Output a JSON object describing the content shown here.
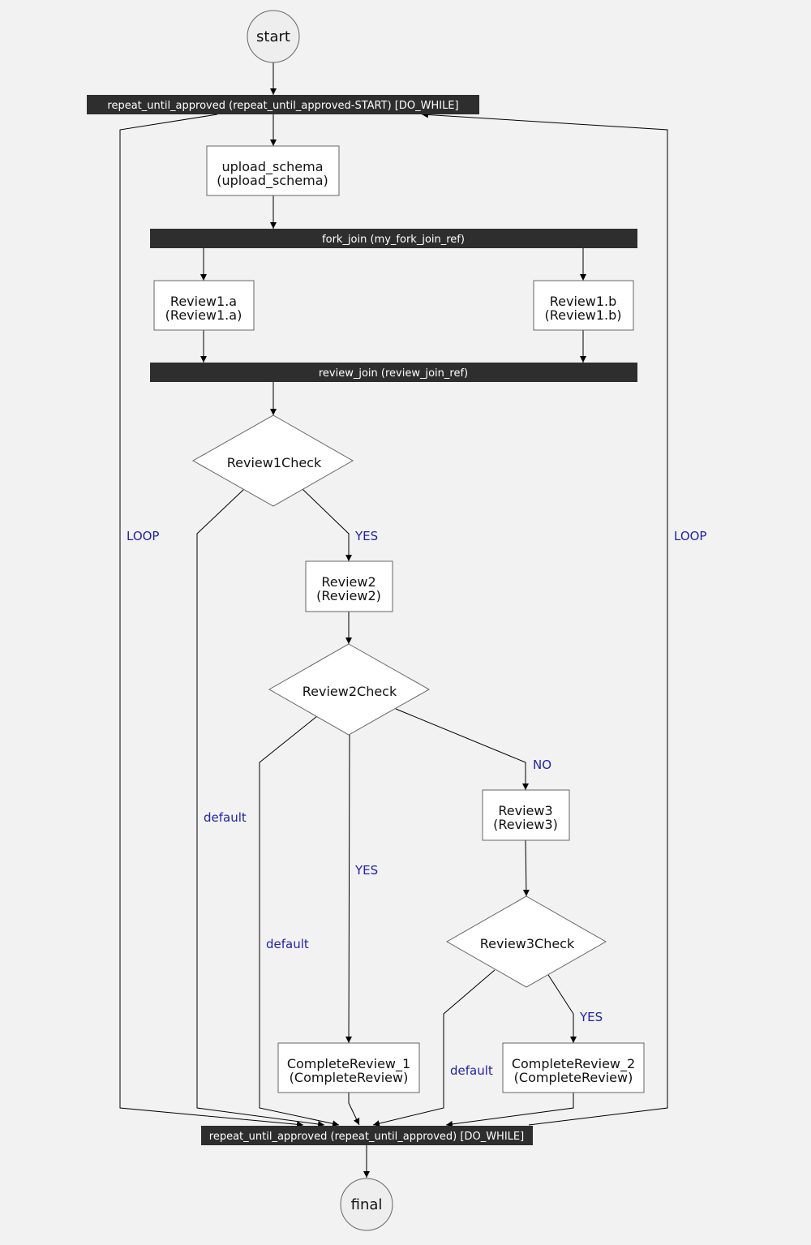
{
  "nodes": {
    "start": "start",
    "final": "final",
    "loop_start_bar": "repeat_until_approved (repeat_until_approved-START) [DO_WHILE]",
    "loop_end_bar": "repeat_until_approved (repeat_until_approved) [DO_WHILE]",
    "upload_schema": [
      "upload_schema",
      "(upload_schema)"
    ],
    "fork_bar": "fork_join (my_fork_join_ref)",
    "review1a": [
      "Review1.a",
      "(Review1.a)"
    ],
    "review1b": [
      "Review1.b",
      "(Review1.b)"
    ],
    "join_bar": "review_join (review_join_ref)",
    "review1check": "Review1Check",
    "review2": [
      "Review2",
      "(Review2)"
    ],
    "review2check": "Review2Check",
    "review3": [
      "Review3",
      "(Review3)"
    ],
    "review3check": "Review3Check",
    "complete_review_1": [
      "CompleteReview_1",
      "(CompleteReview)"
    ],
    "complete_review_2": [
      "CompleteReview_2",
      "(CompleteReview)"
    ]
  },
  "edge_labels": {
    "loop_left": "LOOP",
    "loop_right": "LOOP",
    "r1_yes": "YES",
    "r1_default": "default",
    "r2_no": "NO",
    "r2_yes": "YES",
    "r2_default": "default",
    "r3_yes": "YES",
    "r3_default": "default"
  },
  "colors": {
    "background": "#f2f2f2",
    "bar_fill": "#2e2e2e",
    "bar_text": "#ffffff",
    "node_stroke": "#666666",
    "node_fill": "#ffffff",
    "terminal_fill": "#eeeeee",
    "edge_label": "#2222aa"
  }
}
